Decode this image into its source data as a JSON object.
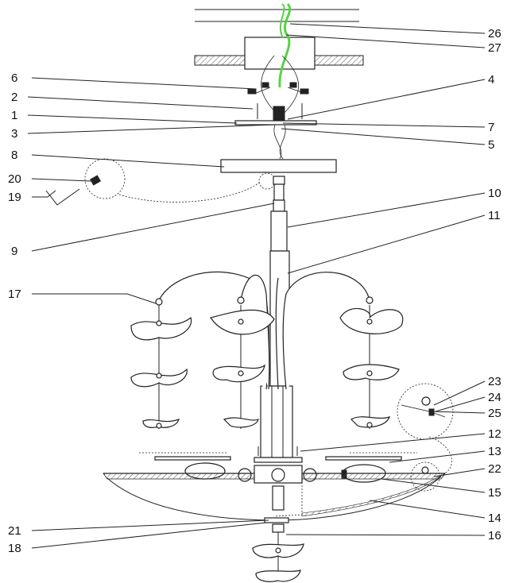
{
  "labels": {
    "l1": "1",
    "l2": "2",
    "l3": "3",
    "l4": "4",
    "l5": "5",
    "l6": "6",
    "l7": "7",
    "l8": "8",
    "l9": "9",
    "l10": "10",
    "l11": "11",
    "l12": "12",
    "l13": "13",
    "l14": "14",
    "l15": "15",
    "l16": "16",
    "l17": "17",
    "l18": "18",
    "l19": "19",
    "l20": "20",
    "l21": "21",
    "l22": "22",
    "l23": "23",
    "l24": "24",
    "l25": "25",
    "l26": "26",
    "l27": "27"
  },
  "colors": {
    "wire_green": "#55d444",
    "line": "#222222",
    "hatch": "#555555"
  }
}
